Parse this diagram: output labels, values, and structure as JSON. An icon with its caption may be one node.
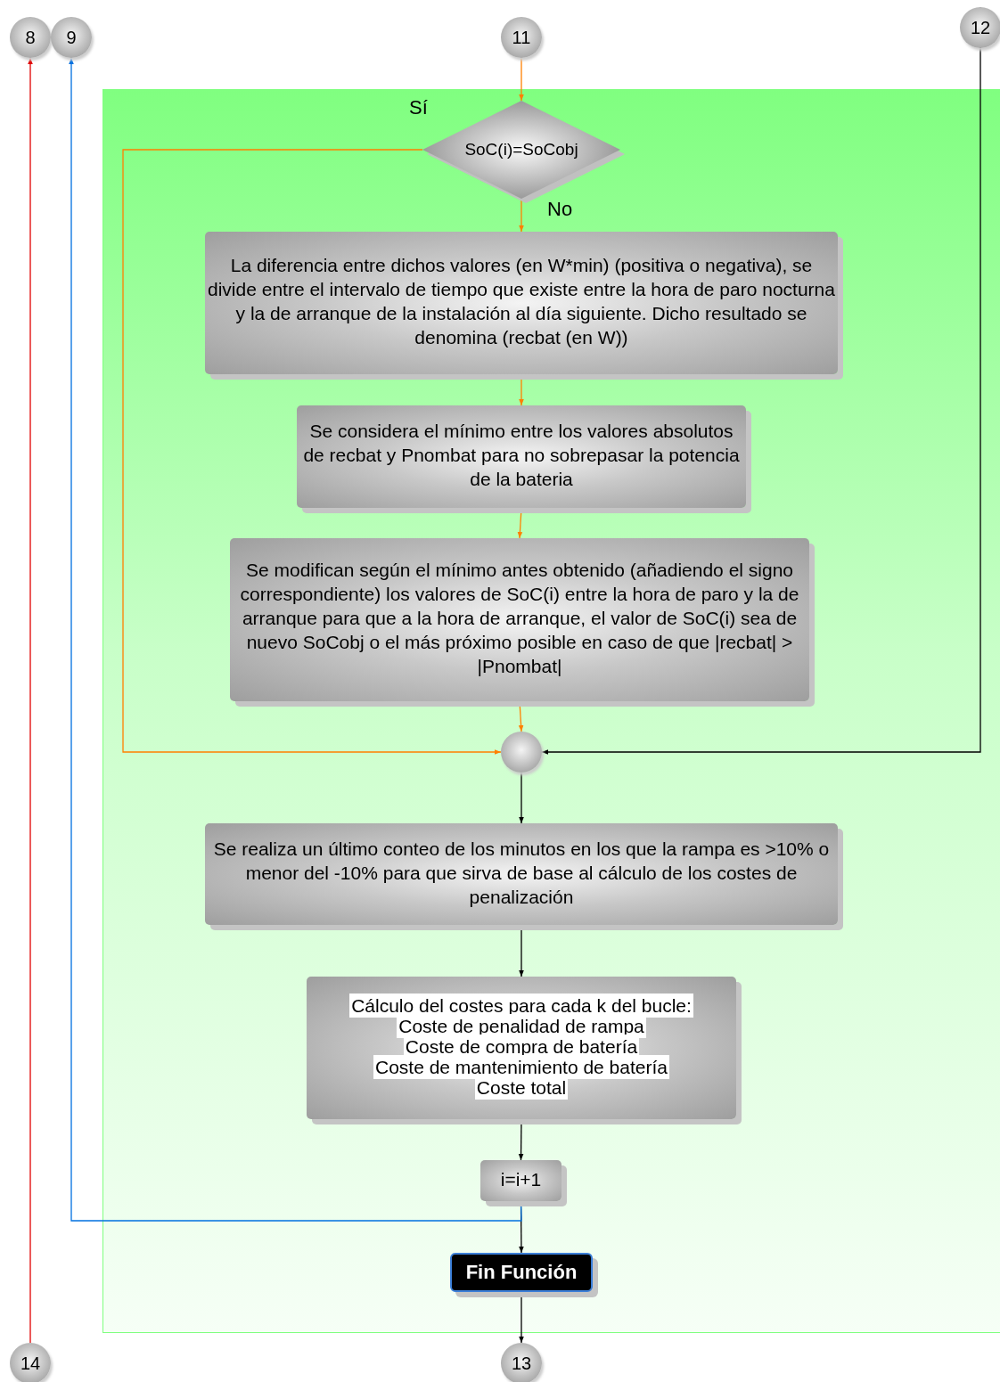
{
  "diagram": {
    "nodes": [
      {
        "text": [],
        "shape": "box"
      },
      {
        "text": [
          "8"
        ]
      },
      {
        "text": [
          "9"
        ]
      },
      {
        "text": [
          "11"
        ]
      },
      {
        "text": [
          "12"
        ]
      },
      {
        "text": [
          "SoC(i)=SoCobj"
        ],
        "in": 0
      },
      {
        "text": [
          "La diferencia entre dichos valores (en W*min) (positiva o negativa), se divide entre el intervalo de tiempo que existe entre la hora de paro nocturna y la de arranque de la instalación al día siguiente. Dicho resultado se denomina (recbat (en W))"
        ],
        "in": 0
      },
      {
        "text": [
          "Se considera el mínimo entre los valores absolutos de recbat y Pnombat para no sobrepasar la potencia de la bateria"
        ],
        "in": 0
      },
      {
        "text": [
          "Se modifican según el mínimo antes obtenido (añadiendo el signo correspondiente) los valores de SoC(i) entre la hora de paro y la de arranque para que a la hora de arranque, el valor de SoC(i) sea de nuevo SoCobj o el más próximo posible en caso de que |recbat| > |Pnombat|"
        ],
        "in": 0
      },
      {
        "text": [],
        "shape": "circle",
        "in": 0
      },
      {
        "text": [
          "Se realiza un último conteo de los minutos en los que la rampa es >10% o menor del -10% para que sirva de base al cálculo de los costes de penalización"
        ],
        "in": 0
      },
      {
        "text": [
          "Cálculo del costes para cada k del bucle:",
          "Coste de penalidad de rampa",
          "Coste de compra de batería",
          "Coste de mantenimiento de batería",
          "Coste total"
        ],
        "in": 0
      },
      {
        "text": [
          "i=i+1"
        ],
        "in": 0
      },
      {
        "text": [
          "Fin Función"
        ],
        "in": 0
      },
      {
        "text": [
          "14"
        ]
      },
      {
        "text": [
          "13"
        ]
      }
    ],
    "edges": [
      {
        "from": 3,
        "to": 5,
        "arrow": "to",
        "color": "#ff8000"
      },
      {
        "from": 5,
        "to": 9,
        "arrow": "to",
        "label": "Sí",
        "color": "#ff8000"
      },
      {
        "from": 5,
        "to": 6,
        "arrow": "to",
        "label": "No",
        "color": "#ff8000"
      },
      {
        "from": 6,
        "to": 7,
        "arrow": "to",
        "color": "#ff8000"
      },
      {
        "from": 7,
        "to": 8,
        "arrow": "to",
        "color": "#ff8000"
      },
      {
        "from": 8,
        "to": 9,
        "arrow": "to",
        "color": "#ff8000"
      },
      {
        "from": 4,
        "to": 9,
        "arrow": "to",
        "color": "#000000"
      },
      {
        "from": 9,
        "to": 10,
        "arrow": "to",
        "color": "#000000"
      },
      {
        "from": 10,
        "to": 11,
        "arrow": "to",
        "color": "#000000"
      },
      {
        "from": 11,
        "to": 12,
        "arrow": "to",
        "color": "#000000"
      },
      {
        "from": 12,
        "to": 13,
        "arrow": "to",
        "color": "#000000"
      },
      {
        "from": 12,
        "to": 2,
        "arrow": "to",
        "color": "#0070e0"
      },
      {
        "from": 13,
        "to": 15,
        "arrow": "to",
        "color": "#000000"
      },
      {
        "from": 14,
        "to": 1,
        "arrow": "to",
        "color": "#e00000"
      }
    ]
  }
}
